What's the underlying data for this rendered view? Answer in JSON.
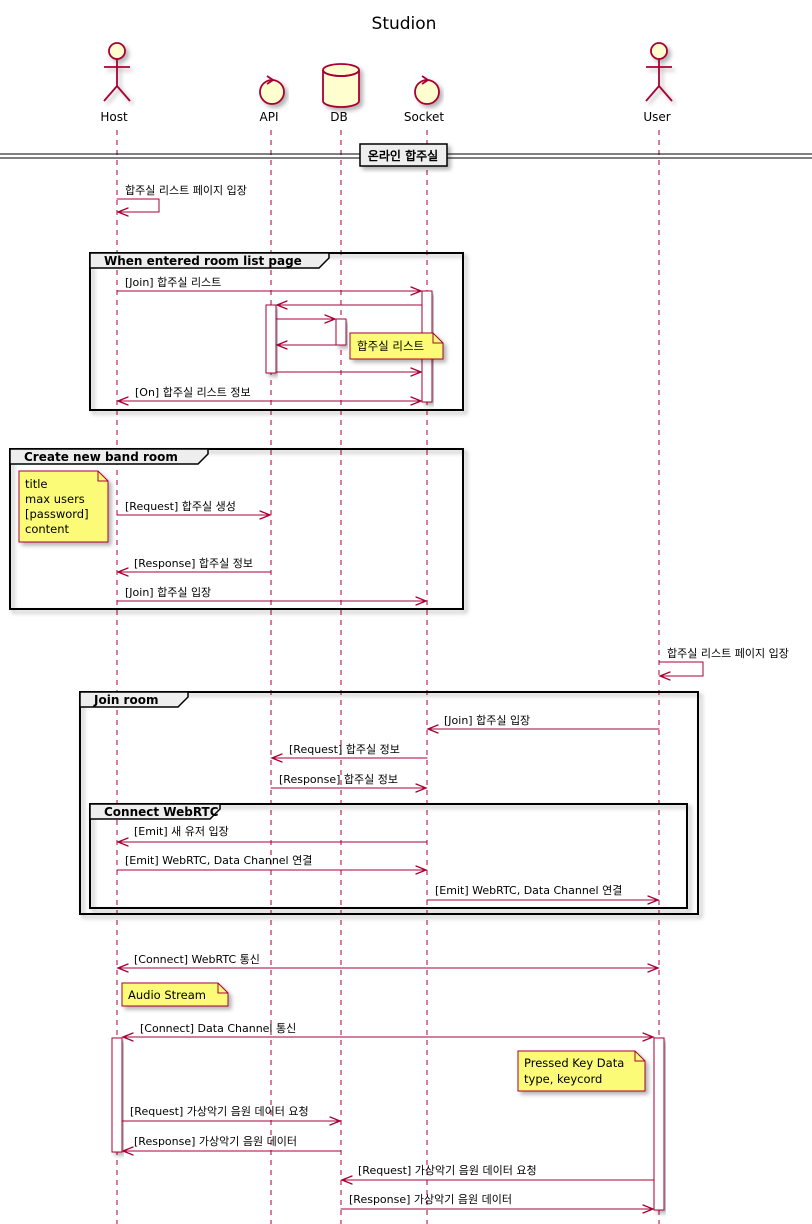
{
  "title": "Studion",
  "colors": {
    "line": "#A80036",
    "participant_fill": "#FEFECE",
    "note_fill": "#FBFB77",
    "frame": "#000000"
  },
  "participants": [
    {
      "id": "host",
      "name": "Host",
      "kind": "actor"
    },
    {
      "id": "api",
      "name": "API",
      "kind": "control"
    },
    {
      "id": "db",
      "name": "DB",
      "kind": "database"
    },
    {
      "id": "socket",
      "name": "Socket",
      "kind": "control"
    },
    {
      "id": "user",
      "name": "User",
      "kind": "actor"
    }
  ],
  "separator": "온라인 합주실",
  "groups": [
    {
      "label": "When entered room list page"
    },
    {
      "label": "Create new band room"
    },
    {
      "label": "Join room"
    },
    {
      "label": "Connect WebRTC"
    }
  ],
  "messages": [
    {
      "from": "host",
      "to": "host",
      "label": "합주실 리스트 페이지 입장"
    },
    {
      "from": "host",
      "to": "socket",
      "label": "[Join] 합주실 리스트"
    },
    {
      "from": "socket",
      "to": "api",
      "label": ""
    },
    {
      "from": "api",
      "to": "db",
      "label": ""
    },
    {
      "from": "db",
      "to": "api",
      "label": ""
    },
    {
      "from": "api",
      "to": "socket",
      "label": ""
    },
    {
      "from": "socket",
      "to": "host",
      "label": "[On] 합주실 리스트 정보"
    },
    {
      "from": "host",
      "to": "api",
      "label": "[Request] 합주실 생성"
    },
    {
      "from": "api",
      "to": "host",
      "label": "[Response] 합주실 정보"
    },
    {
      "from": "host",
      "to": "socket",
      "label": "[Join] 합주실 입장"
    },
    {
      "from": "user",
      "to": "user",
      "label": "합주실 리스트 페이지 입장"
    },
    {
      "from": "user",
      "to": "socket",
      "label": "[Join] 합주실 입장"
    },
    {
      "from": "socket",
      "to": "api",
      "label": "[Request] 합주실 정보"
    },
    {
      "from": "api",
      "to": "socket",
      "label": "[Response] 합주실 정보"
    },
    {
      "from": "socket",
      "to": "host",
      "label": "[Emit] 새 유저 입장"
    },
    {
      "from": "host",
      "to": "socket",
      "label": "[Emit] WebRTC, Data Channel 연결"
    },
    {
      "from": "socket",
      "to": "user",
      "label": "[Emit] WebRTC, Data Channel 연결"
    },
    {
      "from": "host",
      "to": "user",
      "label": "[Connect] WebRTC 통신"
    },
    {
      "from": "host",
      "to": "user",
      "label": "[Connect] Data Channel 통신"
    },
    {
      "from": "host",
      "to": "db",
      "label": "[Request] 가상악기 음원 데이터 요청"
    },
    {
      "from": "db",
      "to": "host",
      "label": "[Response] 가상악기 음원 데이터"
    },
    {
      "from": "user",
      "to": "db",
      "label": "[Request] 가상악기 음원 데이터 요청"
    },
    {
      "from": "db",
      "to": "user",
      "label": "[Response] 가상악기 음원 데이터"
    }
  ],
  "notes": [
    {
      "text": "합주실 리스트"
    },
    {
      "lines": [
        "title",
        "max users",
        "[password]",
        "content"
      ]
    },
    {
      "text": "Audio Stream"
    },
    {
      "lines": [
        "Pressed Key Data",
        "type, keycord"
      ]
    }
  ]
}
